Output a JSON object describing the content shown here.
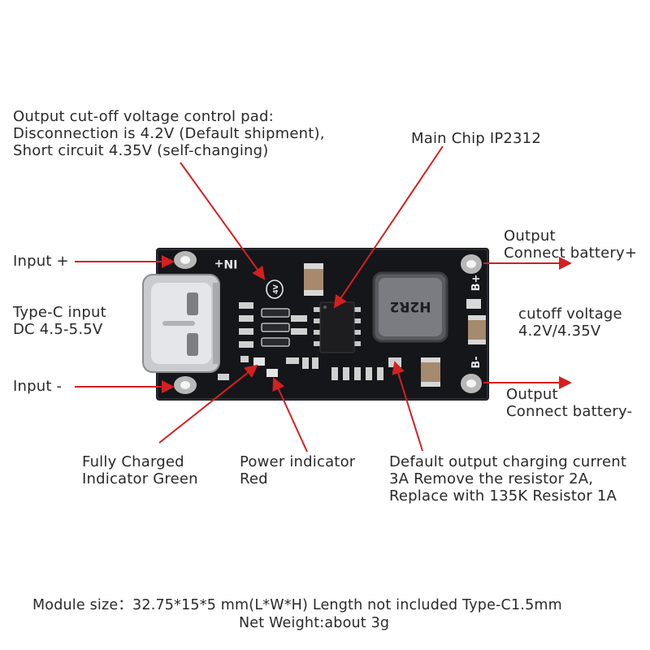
{
  "labels": {
    "cutoff_pad": [
      "Output cut-off voltage control pad:",
      "Disconnection is 4.2V (Default shipment),",
      "Short circuit 4.35V (self-changing)"
    ],
    "main_chip": "Main Chip IP2312",
    "input_plus": "Input +",
    "type_c": [
      "Type-C input",
      "DC 4.5-5.5V"
    ],
    "input_minus": "Input -",
    "output_plus": [
      "Output",
      "Connect battery+"
    ],
    "cutoff_voltage": [
      "cutoff voltage",
      "4.2V/4.35V"
    ],
    "output_minus": [
      "Output",
      "Connect battery-"
    ],
    "charged_led": [
      "Fully Charged",
      "Indicator Green"
    ],
    "power_led": [
      "Power indicator",
      "Red"
    ],
    "charge_current": [
      "Default output charging current",
      "3A Remove the resistor 2A,",
      "Replace with 135K Resistor 1A"
    ],
    "module_size": "Module size：32.75*15*5 mm(L*W*H) Length not included Type-C1.5mm",
    "net_weight": "Net Weight:about 3g"
  },
  "board": {
    "silk_in_plus": "IN+",
    "silk_b_plus": "B+",
    "silk_b_minus": "B-",
    "inductor_marking": "H2R2",
    "pad_marking": "4V"
  },
  "colors": {
    "arrow": "#d42020",
    "pcb": "#15161a",
    "text": "#2a2a2a"
  }
}
